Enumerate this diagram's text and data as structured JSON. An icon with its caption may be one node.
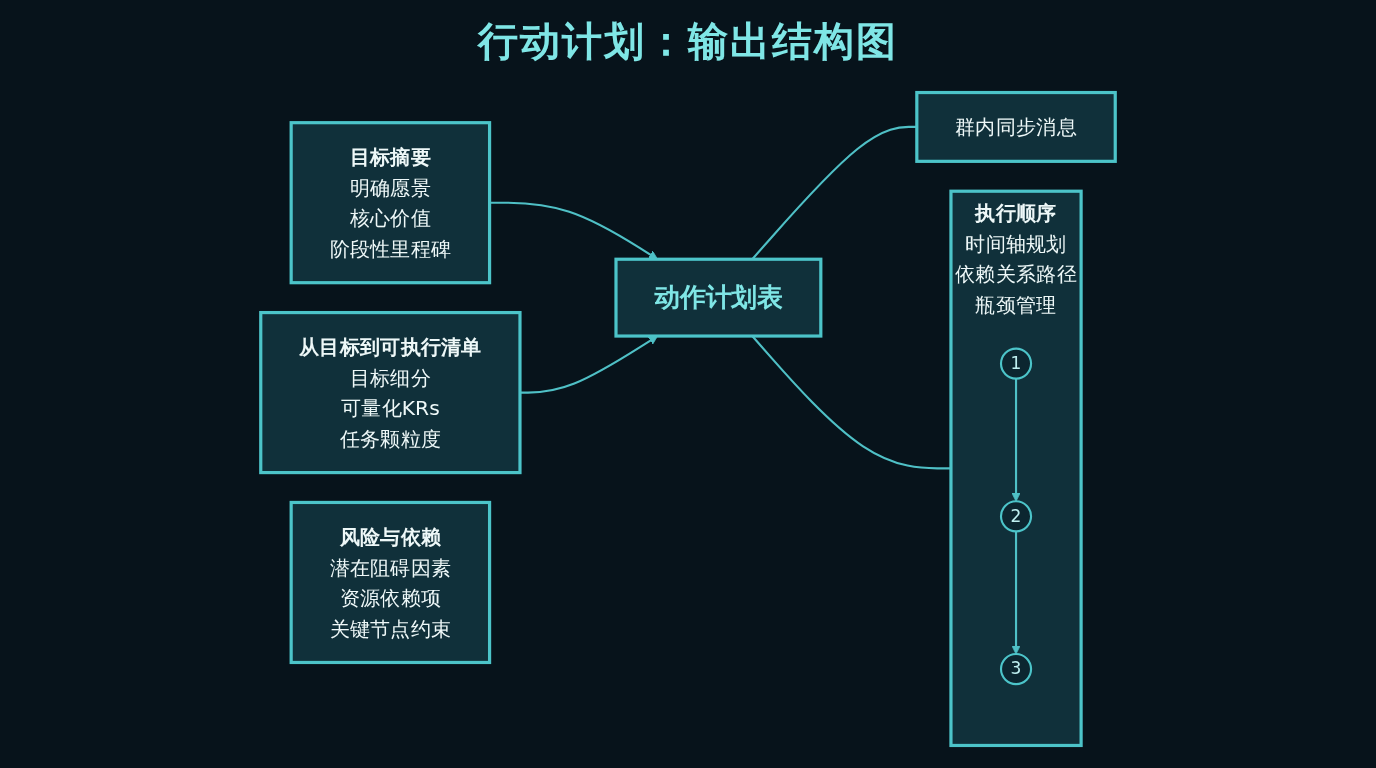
{
  "diagram": {
    "title": "行动计划：输出结构图",
    "nodes": [
      {
        "text": [
          "目标摘要",
          "明确愿景",
          "核心价值",
          "阶段性里程碑"
        ]
      },
      {
        "text": [
          "从目标到可执行清单",
          "目标细分",
          "可量化KRs",
          "任务颗粒度"
        ]
      },
      {
        "text": [
          "风险与依赖",
          "潜在阻碍因素",
          "资源依赖项",
          "关键节点约束"
        ]
      },
      {
        "text": [
          "动作计划表"
        ]
      },
      {
        "text": [
          "群内同步消息"
        ]
      },
      {
        "text": [
          "执行顺序",
          "时间轴规划",
          "依赖关系路径",
          "瓶颈管理"
        ]
      },
      {
        "text": [
          "1"
        ],
        "in": 5
      },
      {
        "text": [
          "2"
        ],
        "in": 5
      },
      {
        "text": [
          "3"
        ],
        "in": 5
      }
    ],
    "edges": [
      {
        "from": 0,
        "to": 3,
        "arrow": "to"
      },
      {
        "from": 1,
        "to": 3,
        "arrow": "to"
      },
      {
        "from": 3,
        "to": 4,
        "arrow": "none"
      },
      {
        "from": 3,
        "to": 5,
        "arrow": "none"
      },
      {
        "from": 6,
        "to": 7,
        "arrow": "to"
      },
      {
        "from": 7,
        "to": 8,
        "arrow": "to"
      }
    ]
  }
}
